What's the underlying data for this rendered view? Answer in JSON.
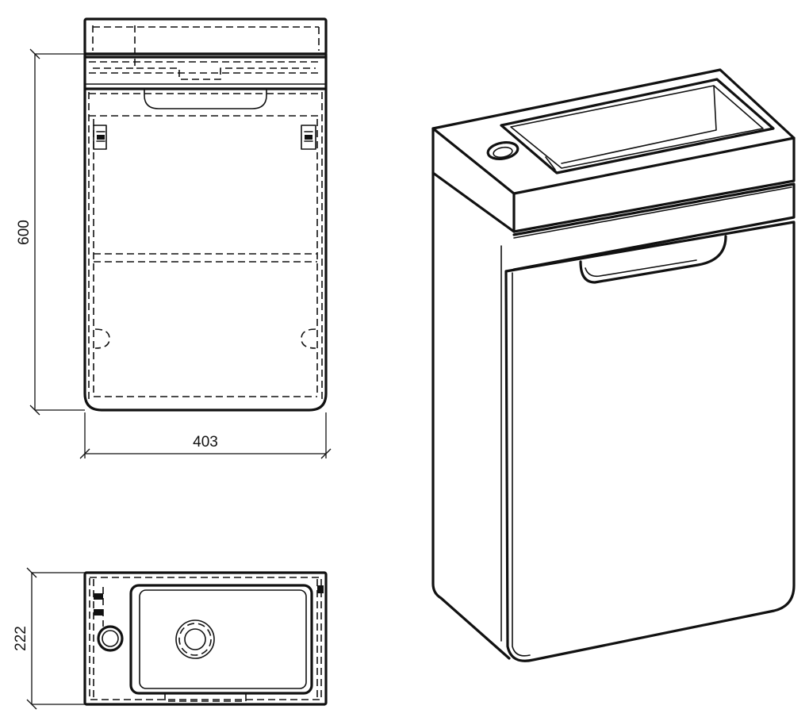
{
  "dimensions": {
    "height": "600",
    "width": "403",
    "depth": "222"
  },
  "colors": {
    "line": "#111111",
    "background": "#ffffff"
  }
}
